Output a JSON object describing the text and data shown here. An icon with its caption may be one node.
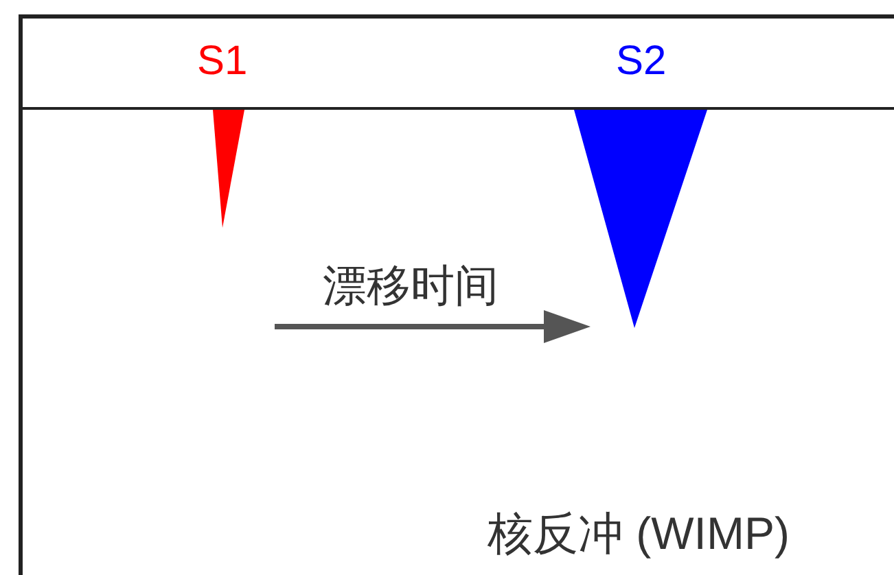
{
  "diagram": {
    "nodes": [
      {
        "text": [],
        "shape": "triangle",
        "beside": [
          "S1"
        ]
      },
      {
        "text": [],
        "shape": "triangle",
        "beside": [
          "S2"
        ]
      }
    ],
    "labels": [
      "漂移时间",
      "核反冲 (WIMP)"
    ]
  }
}
